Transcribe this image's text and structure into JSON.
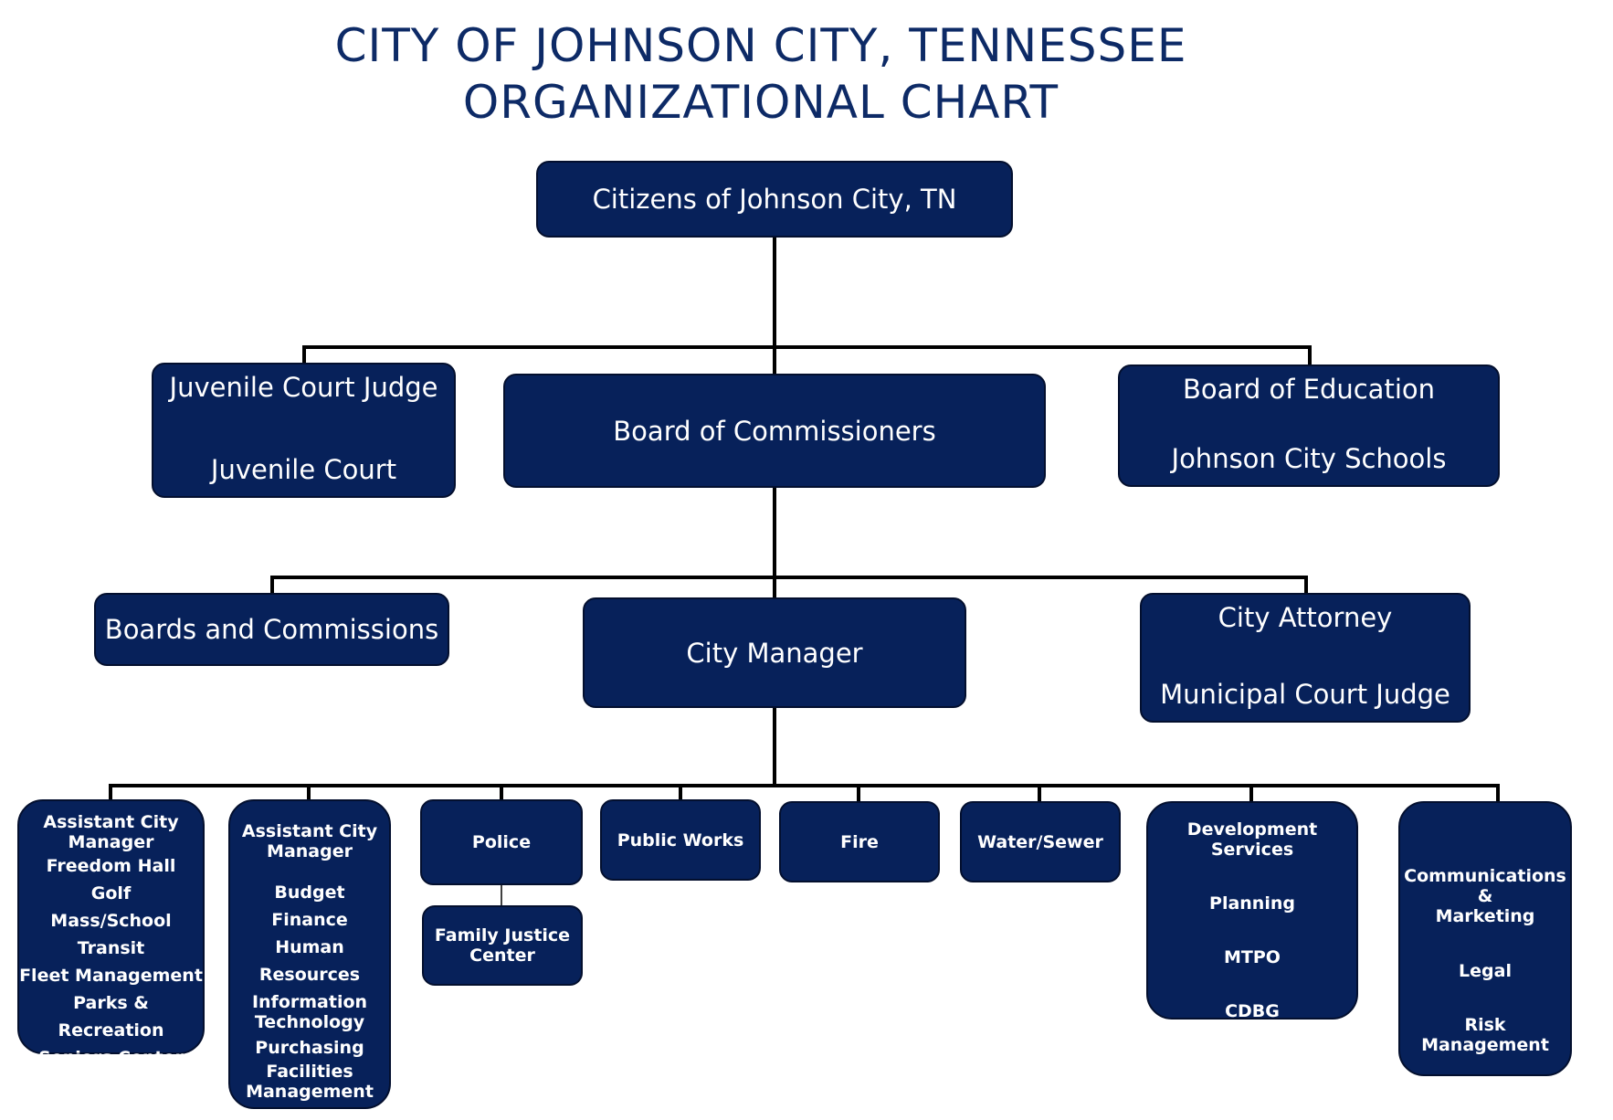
{
  "title": {
    "line1": "CITY OF JOHNSON CITY, TENNESSEE",
    "line2": "ORGANIZATIONAL CHART"
  },
  "nodes": {
    "citizens": "Citizens of Johnson City, TN",
    "juvenile_court": [
      "Juvenile Court Judge",
      "Juvenile Court"
    ],
    "board_of_commissioners": "Board of Commissioners",
    "board_of_education": [
      "Board of Education",
      "Johnson City Schools"
    ],
    "boards_and_commissions": "Boards and Commissions",
    "city_manager": "City Manager",
    "city_attorney": [
      "City Attorney",
      "Municipal Court Judge"
    ],
    "acm1": {
      "title": [
        "Assistant City",
        "Manager"
      ],
      "items": [
        "Freedom Hall",
        "Golf",
        "Mass/School Transit",
        "Fleet Management",
        "Parks & Recreation",
        "Seniors Center"
      ]
    },
    "acm2": {
      "title": [
        "Assistant City",
        "Manager"
      ],
      "items": [
        "Budget",
        "Finance",
        "Human Resources",
        "Information",
        "Technology",
        "Purchasing",
        "Facilities",
        "Management"
      ]
    },
    "police": "Police",
    "family_justice": [
      "Family Justice",
      "Center"
    ],
    "public_works": "Public Works",
    "fire": "Fire",
    "water_sewer": "Water/Sewer",
    "development": {
      "title": "Development Services",
      "items": [
        "Planning",
        "MTPO",
        "CDBG"
      ]
    },
    "communications": {
      "title": [
        "Communications &",
        "Marketing"
      ],
      "items": [
        "Legal",
        "Risk Management"
      ]
    }
  },
  "colors": {
    "title": "#0d2a66",
    "box_fill": "#07215a",
    "box_border": "#030f2e",
    "connector": "#000000"
  }
}
